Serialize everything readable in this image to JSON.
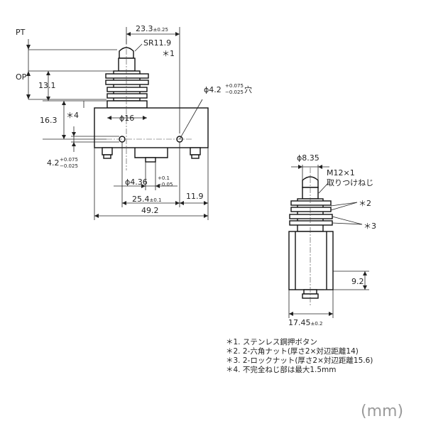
{
  "dims": {
    "pt": "PT",
    "op": "OP",
    "top_width": "23.3",
    "top_width_tol": "±0.25",
    "sr": "SR11.9",
    "star1": "＊1",
    "h131": "13.1",
    "h163": "16.3",
    "star4": "＊4",
    "phi16": "ϕ16",
    "hole_phi": "ϕ4.2",
    "hole_tol_up": "+0.075",
    "hole_tol_dn": "−0.025",
    "hole_suffix": "穴",
    "left42": "4.2",
    "left42_up": "+0.075",
    "left42_dn": "−0.025",
    "phi436": "ϕ4.36",
    "phi436_up": "+0.1",
    "phi436_dn": "−0.05",
    "d254": "25.4",
    "d254_tol": "±0.1",
    "d119": "11.9",
    "d492": "49.2"
  },
  "side": {
    "phi835": "ϕ8.35",
    "m12": "M12×1",
    "mount_screw": "取りつけねじ",
    "star2": "＊2",
    "star3": "＊3",
    "d92": "9.2",
    "d1745": "17.45",
    "d1745_tol": "±0.2"
  },
  "notes": [
    "＊1. ステンレス鋼押ボタン",
    "＊2. 2-六角ナット(厚さ2×対辺距離14)",
    "＊3. 2-ロックナット(厚さ2×対辺距離15.6)",
    "＊4. 不完全ねじ部は最大1.5mm"
  ],
  "unit_label": "(mm)"
}
